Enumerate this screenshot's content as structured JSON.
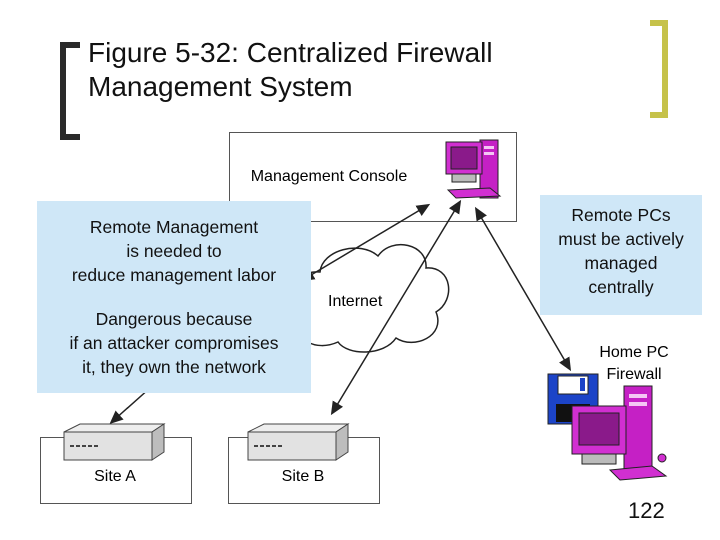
{
  "title": "Figure 5-32: Centralized Firewall\nManagement System",
  "console_label": "Management Console",
  "callout_left_top": "Remote Management\nis needed to\nreduce management labor",
  "callout_left_bottom": "Dangerous because\nif an attacker compromises\nit, they own the network",
  "callout_right": "Remote PCs\nmust be actively\nmanaged\ncentrally",
  "internet_label": "Internet",
  "home_pc_label": "Home PC\nFirewall",
  "site_a_label": "Site A",
  "site_b_label": "Site B",
  "page_number": "122",
  "colors": {
    "callout_bg": "#cfe7f7",
    "bracket_accent": "#c6c24a",
    "pc_magenta": "#d12fd1"
  }
}
